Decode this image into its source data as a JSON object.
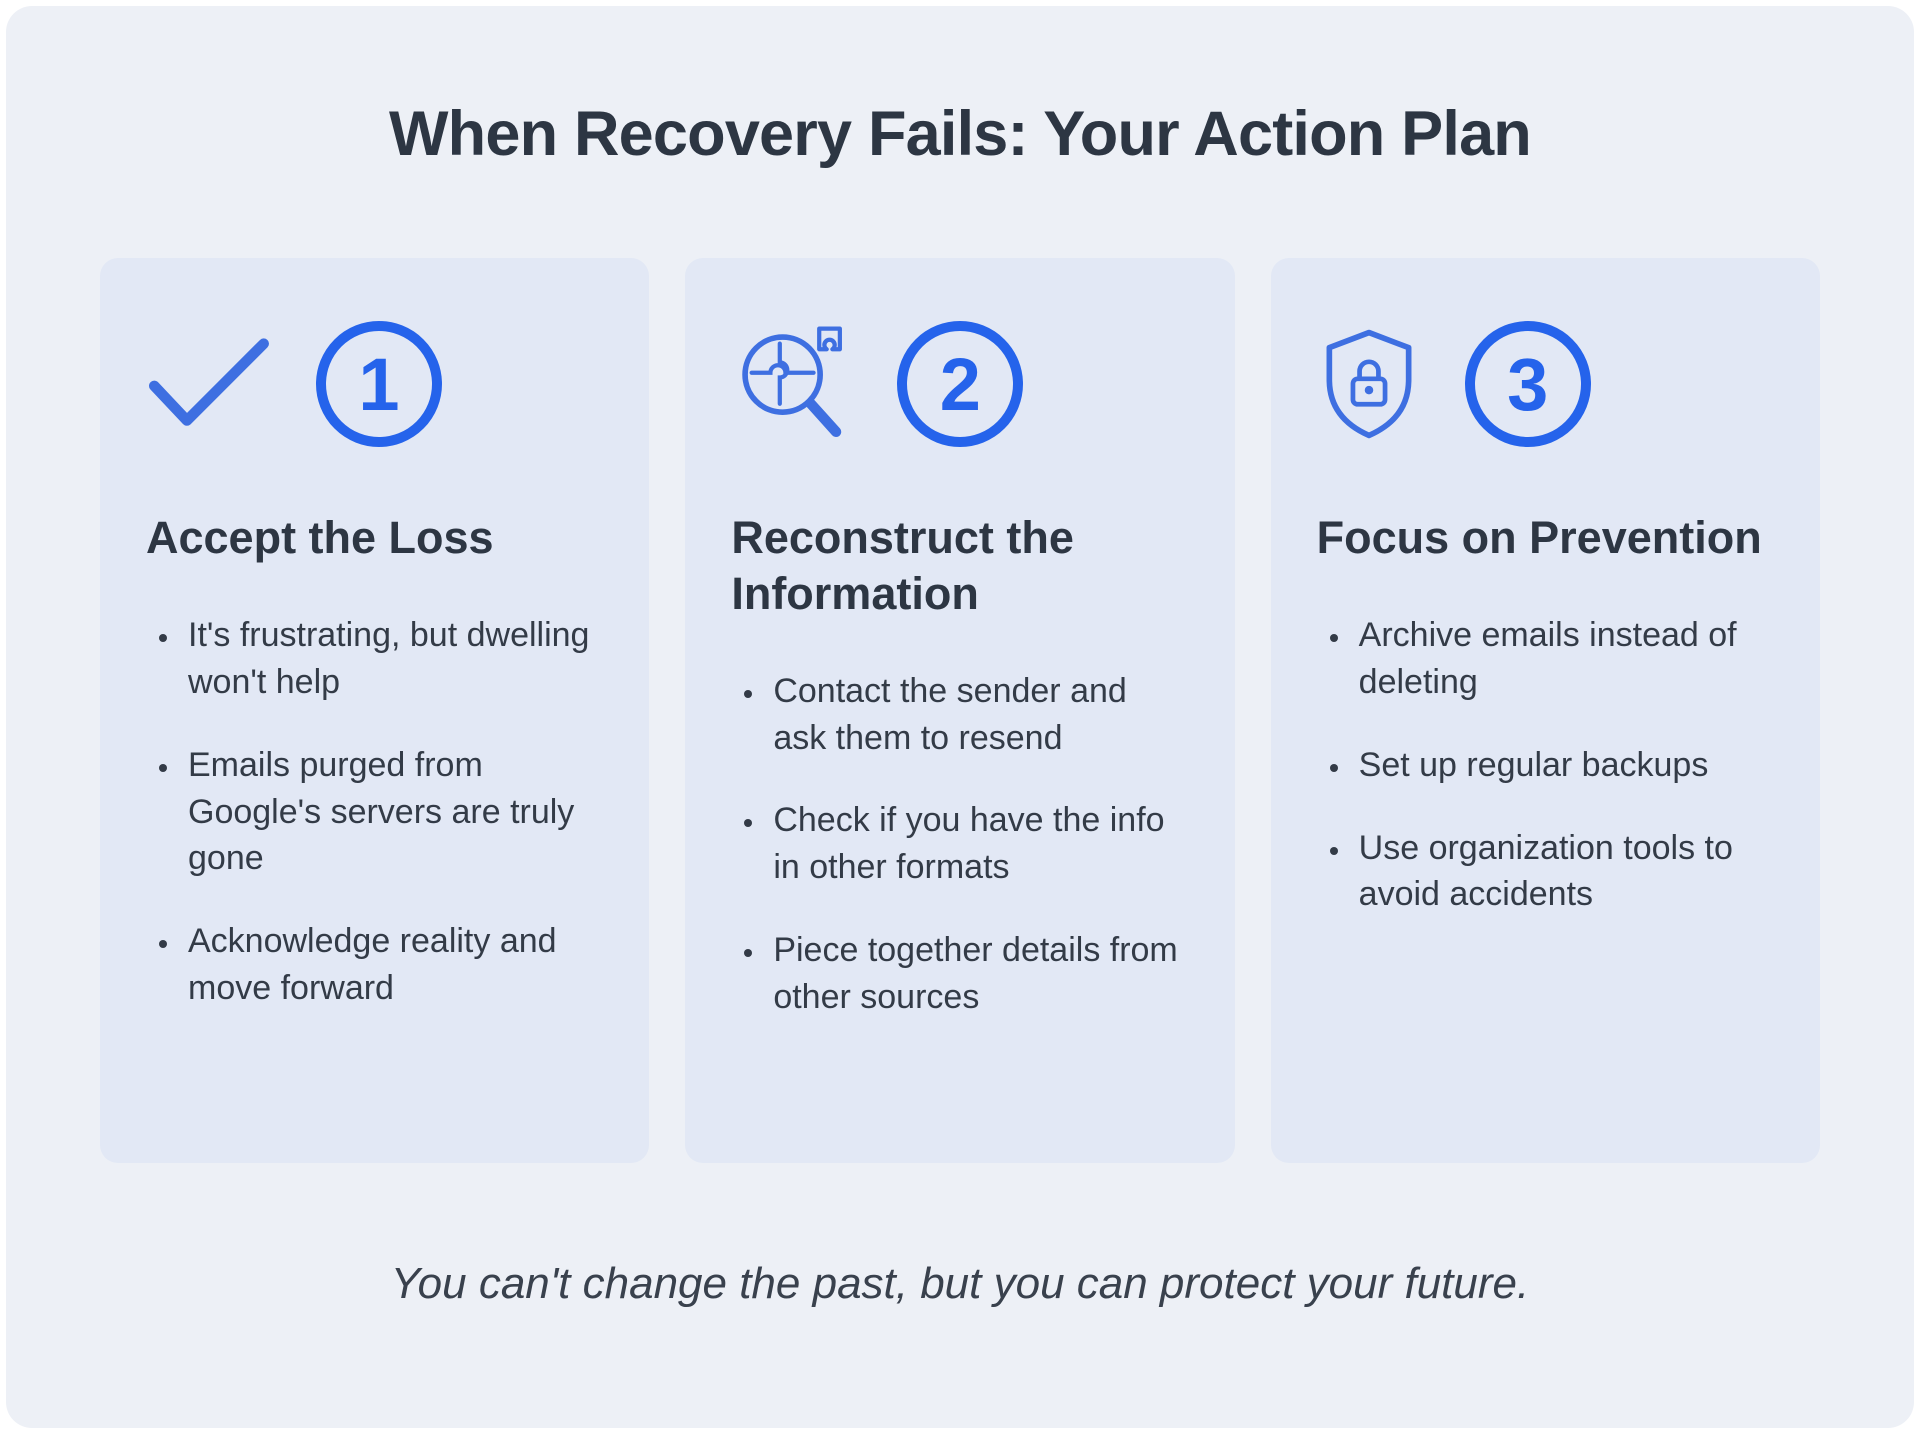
{
  "page": {
    "title": "When Recovery Fails: Your Action Plan",
    "footer": "You can't change the past, but you can protect your future."
  },
  "colors": {
    "accent": "#2563eb",
    "icon_blue": "#3e6fe1",
    "page_bg": "#edf0f6",
    "card_bg": "#e2e8f5",
    "heading_text": "#2d3643",
    "body_text": "#333b47",
    "footer_text": "#39414d"
  },
  "cards": [
    {
      "number": "1",
      "icon": "check-icon",
      "heading": "Accept the Loss",
      "bullets": [
        "It's frustrating, but dwelling won't help",
        "Emails purged from Google's servers are truly gone",
        "Acknowledge reality and move forward"
      ]
    },
    {
      "number": "2",
      "icon": "search-puzzle-icon",
      "heading": "Reconstruct the Information",
      "bullets": [
        "Contact the sender and ask them to resend",
        "Check if you have the info in other formats",
        "Piece together details from other sources"
      ]
    },
    {
      "number": "3",
      "icon": "shield-lock-icon",
      "heading": "Focus on Prevention",
      "bullets": [
        "Archive emails instead of deleting",
        "Set up regular backups",
        "Use organization tools to avoid accidents"
      ]
    }
  ]
}
